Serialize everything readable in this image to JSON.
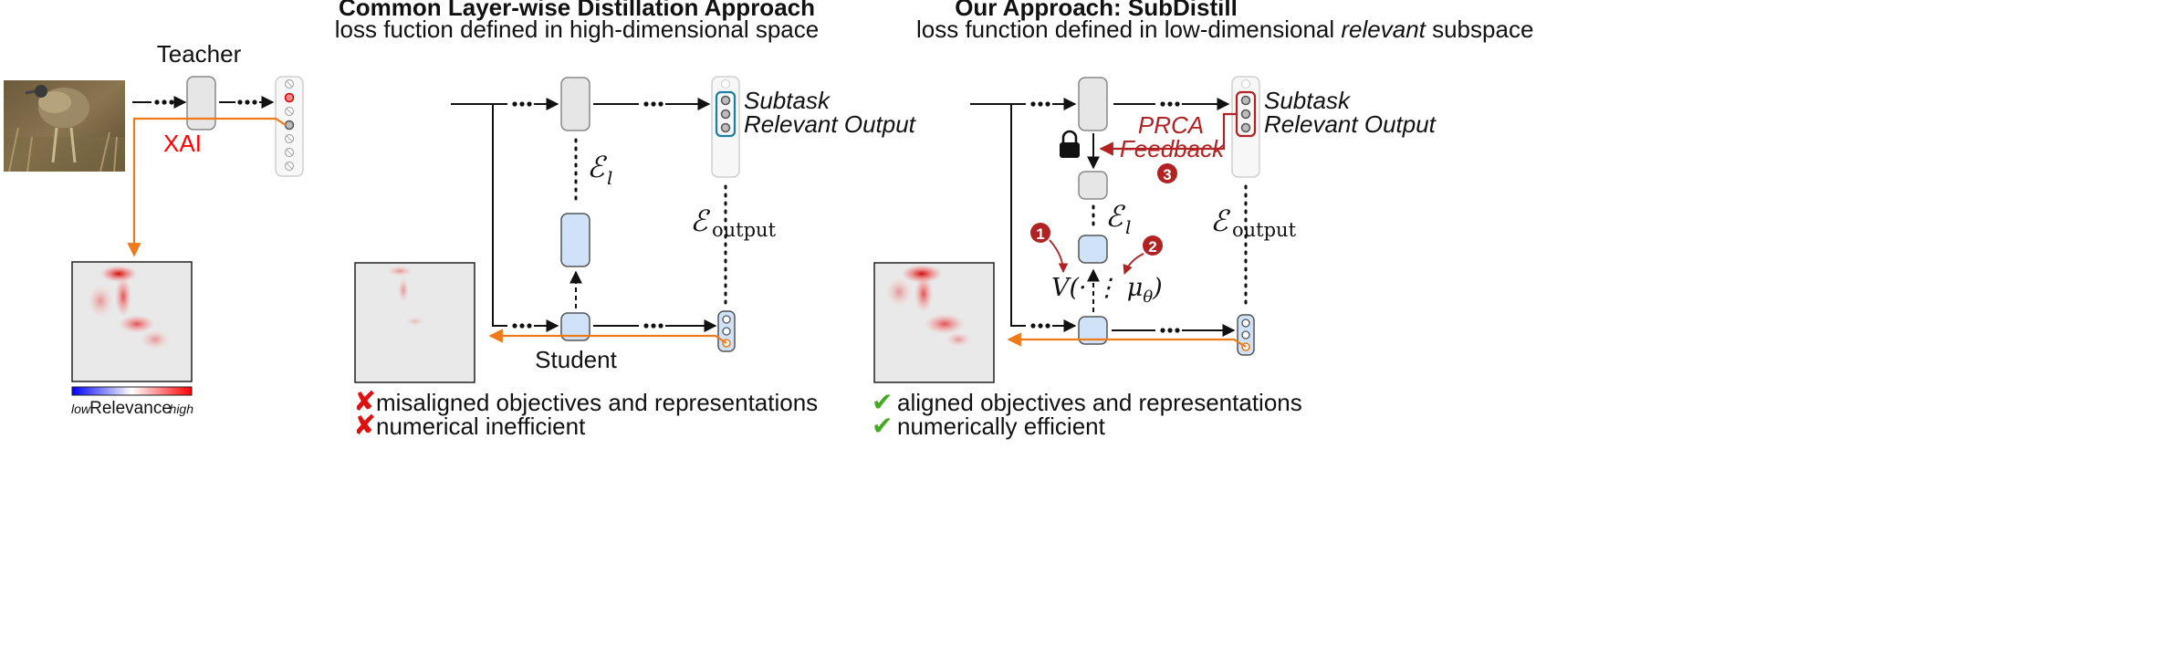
{
  "colors": {
    "teal": "#1a7fa0",
    "dark_red": "#b22222",
    "orange": "#f07a1a",
    "red_x": "#e01010",
    "green_check": "#44aa22",
    "block_gray": "#e6e6e6",
    "block_blue": "#cfe2f8",
    "xai_red": "#ff0000",
    "legend_low": "#0000ff",
    "legend_high": "#ff0000"
  },
  "teacher_panel": {
    "teacher_label": "Teacher",
    "xai_label": "XAI",
    "legend": {
      "low": "low",
      "title": "Relevance",
      "high": "high"
    }
  },
  "common_panel": {
    "title": "Common Layer-wise Distillation Approach",
    "subtitle": "loss fuction defined in high-dimensional space",
    "subtask_line1": "Subtask",
    "subtask_line2": "Relevant Output",
    "e_layer": "ℰ",
    "e_layer_sub": "l",
    "e_output": "ℰ",
    "e_output_sub": "output",
    "student_label": "Student",
    "bullets": [
      {
        "icon": "cross-icon",
        "text": "misaligned objectives and representations"
      },
      {
        "icon": "cross-icon",
        "text": "numerical inefficient"
      }
    ]
  },
  "ours_panel": {
    "title": "Our Approach: SubDistill",
    "subtitle_pre": "loss function defined in low-dimensional ",
    "subtitle_em": "relevant",
    "subtitle_post": " subspace",
    "subtask_line1": "Subtask",
    "subtask_line2": "Relevant Output",
    "prca_line1": "PRCA",
    "prca_line2": "Feedback",
    "step_1": "1",
    "step_2": "2",
    "step_3": "3",
    "e_layer": "ℰ",
    "e_layer_sub": "l",
    "e_output": "ℰ",
    "e_output_sub": "output",
    "projection": "V(· ⋮ μ",
    "projection_sub": "θ",
    "projection_close": ")",
    "bullets": [
      {
        "icon": "check-icon",
        "text": "aligned objectives and representations"
      },
      {
        "icon": "check-icon",
        "text": "numerically efficient"
      }
    ]
  }
}
